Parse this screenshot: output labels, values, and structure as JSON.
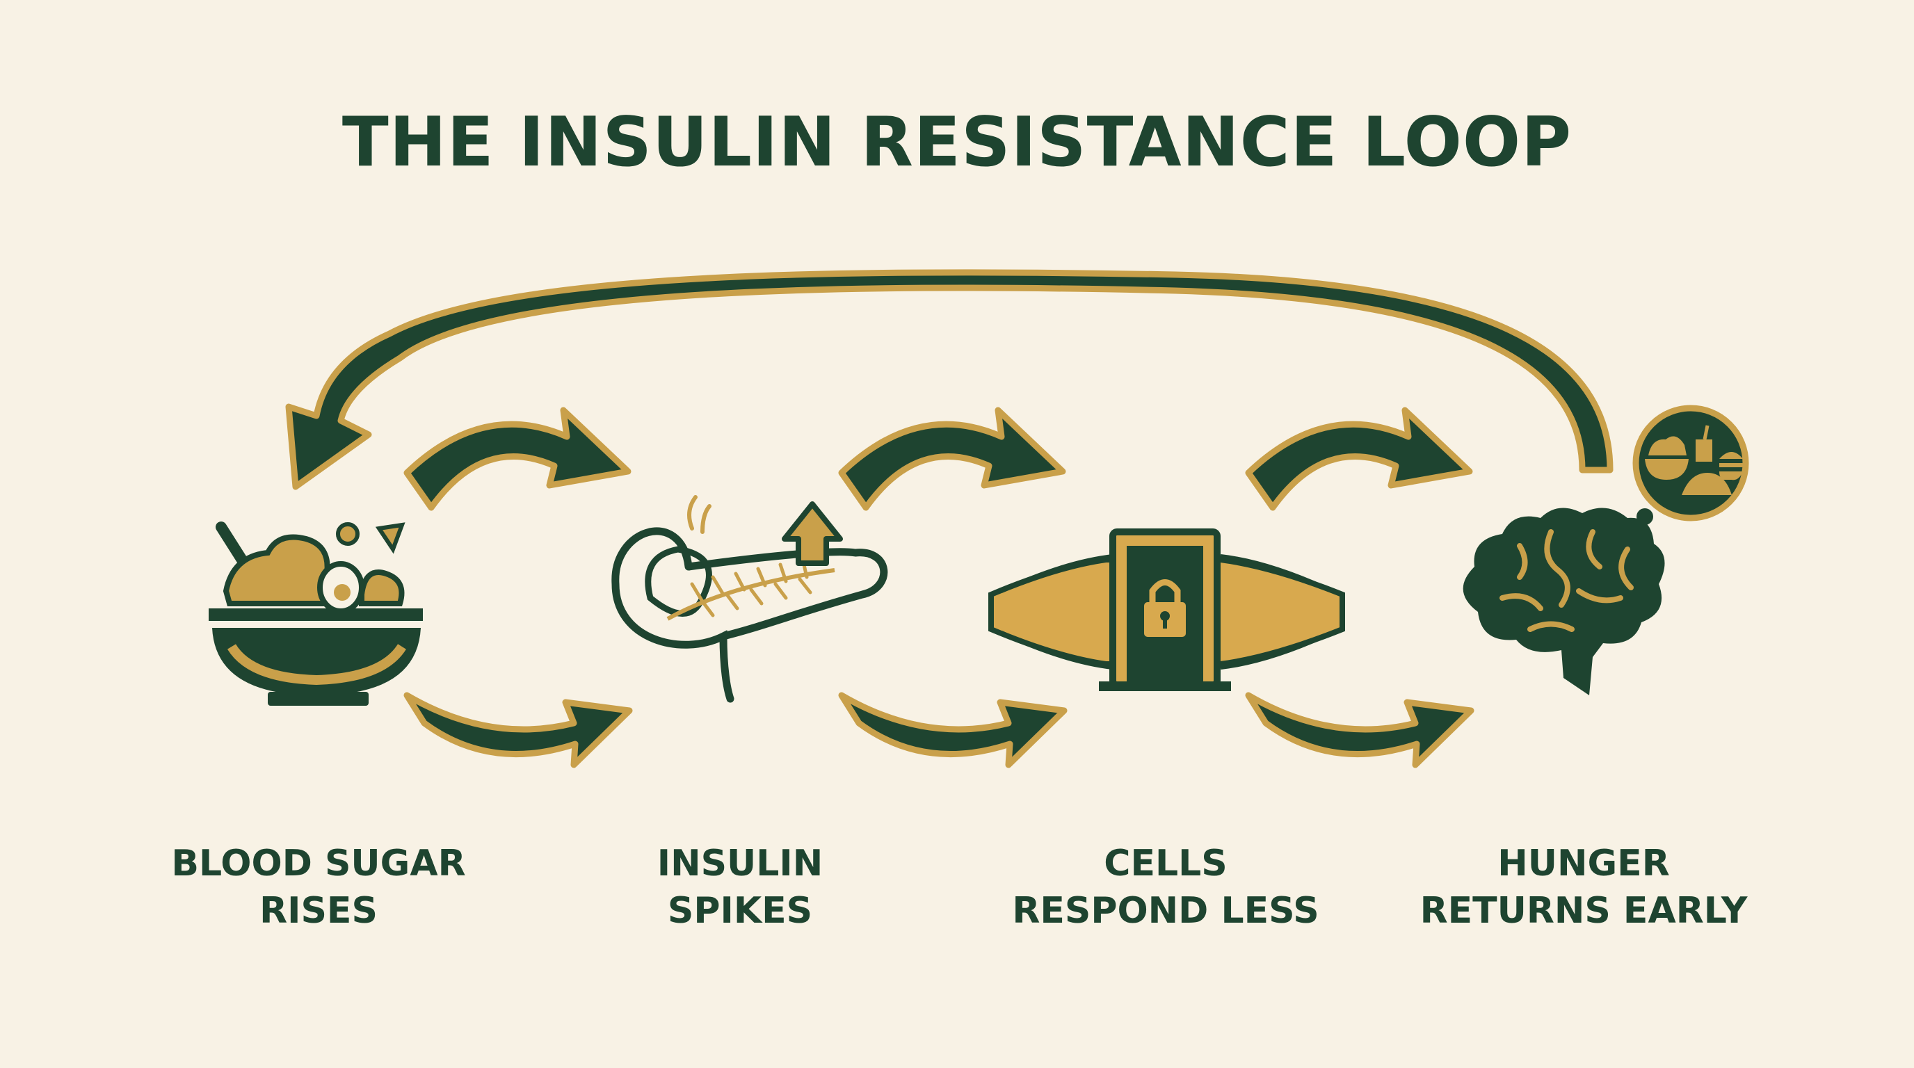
{
  "title": "THE INSULIN RESISTANCE LOOP",
  "colors": {
    "background": "#f8f2e5",
    "dark_green": "#1e4430",
    "gold": "#c9a04a",
    "text": "#1e4430"
  },
  "steps": [
    {
      "line1": "BLOOD SUGAR",
      "line2": "RISES",
      "icon": "food-bowl-icon"
    },
    {
      "line1": "INSULIN",
      "line2": "SPIKES",
      "icon": "pancreas-icon"
    },
    {
      "line1": "CELLS",
      "line2": "RESPOND LESS",
      "icon": "locked-cell-icon"
    },
    {
      "line1": "HUNGER",
      "line2": "RETURNS EARLY",
      "icon": "brain-icon"
    }
  ],
  "thought_bubble_icon": "food-craving-icon",
  "loop_arrow": "feedback-arrow-icon"
}
